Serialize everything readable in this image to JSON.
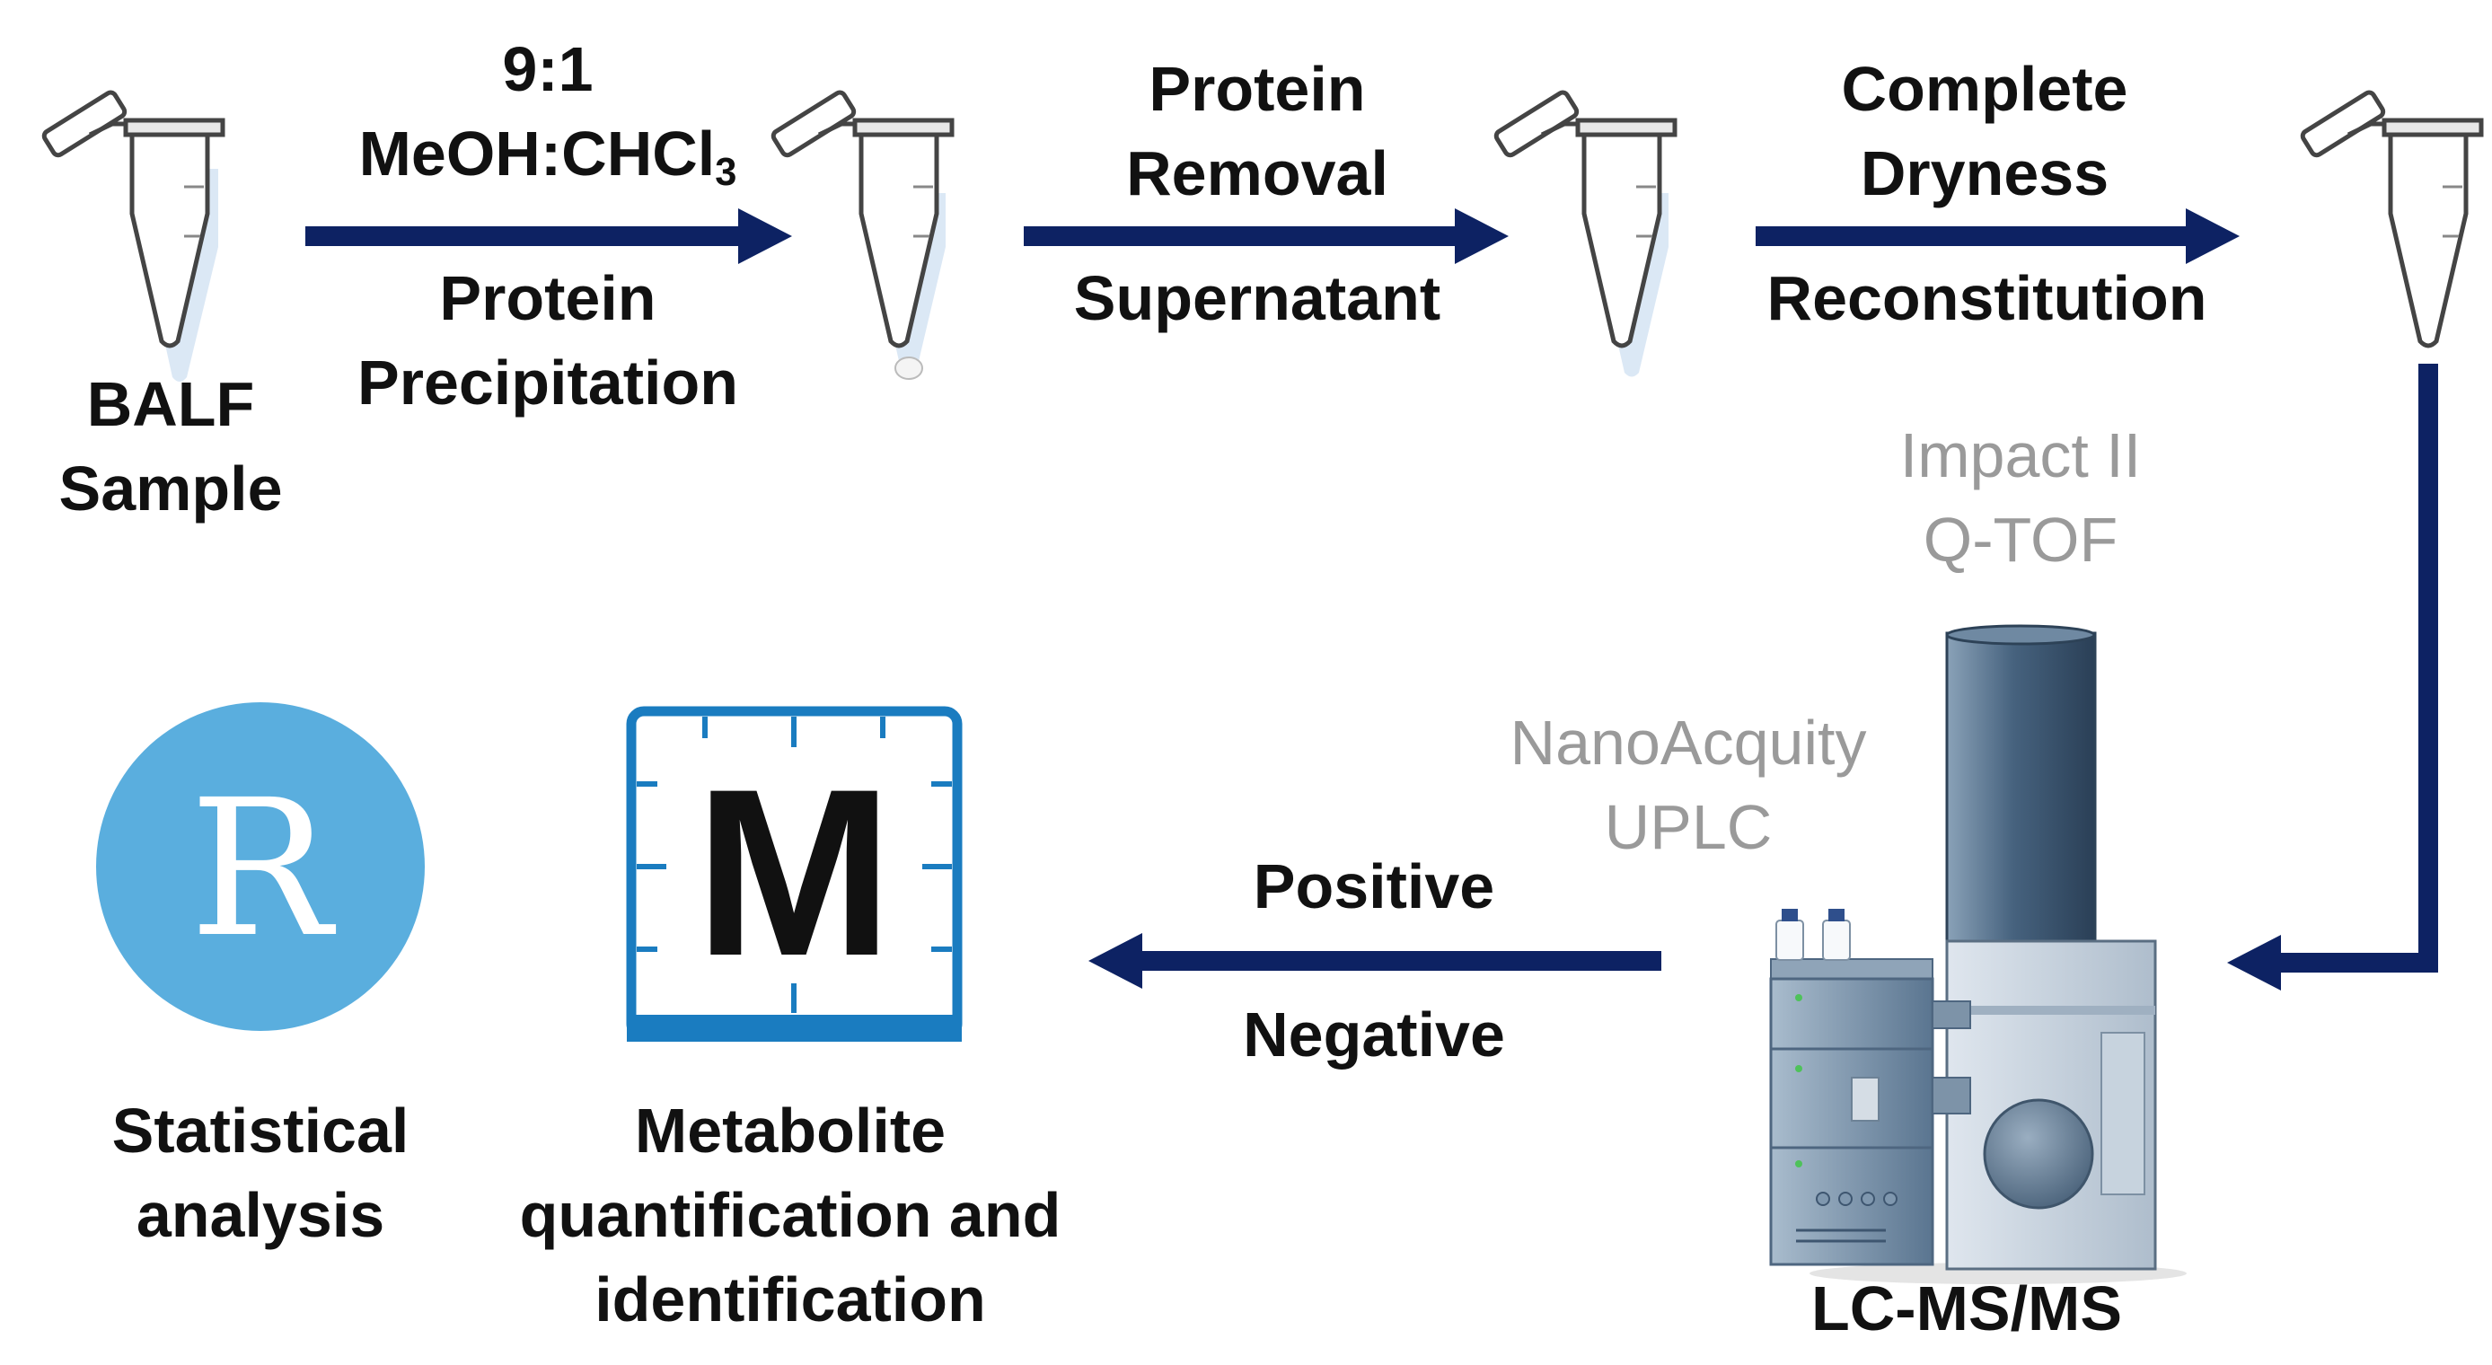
{
  "steps": {
    "ratio": "9:1",
    "solvent_main": "MeOH:CHCl",
    "solvent_sub": "3",
    "step1_line1": "Protein",
    "step1_line2": "Precipitation",
    "step2_line1": "Protein",
    "step2_line2": "Removal",
    "step2_below": "Supernatant",
    "step3_line1": "Complete",
    "step3_line2": "Dryness",
    "step3_below": "Reconstitution"
  },
  "sample": {
    "line1": "BALF",
    "line2": "Sample"
  },
  "instrument": {
    "ms_line1": "Impact II",
    "ms_line2": "Q-TOF",
    "lc_line1": "NanoAcquity",
    "lc_line2": "UPLC",
    "name": "LC-MS/MS"
  },
  "modes": {
    "positive": "Positive",
    "negative": "Negative"
  },
  "software": {
    "r_letter": "R",
    "m_letter": "M",
    "stats_line1": "Statistical",
    "stats_line2": "analysis",
    "metab_line1": "Metabolite",
    "metab_line2": "quantification and",
    "metab_line3": "identification"
  },
  "colors": {
    "arrow": "#0d2263",
    "r_circle": "#5aaede",
    "m_frame": "#1a7cc0",
    "muted_text": "#9a9a9a",
    "tube_liquid": "#dbe8f5"
  }
}
